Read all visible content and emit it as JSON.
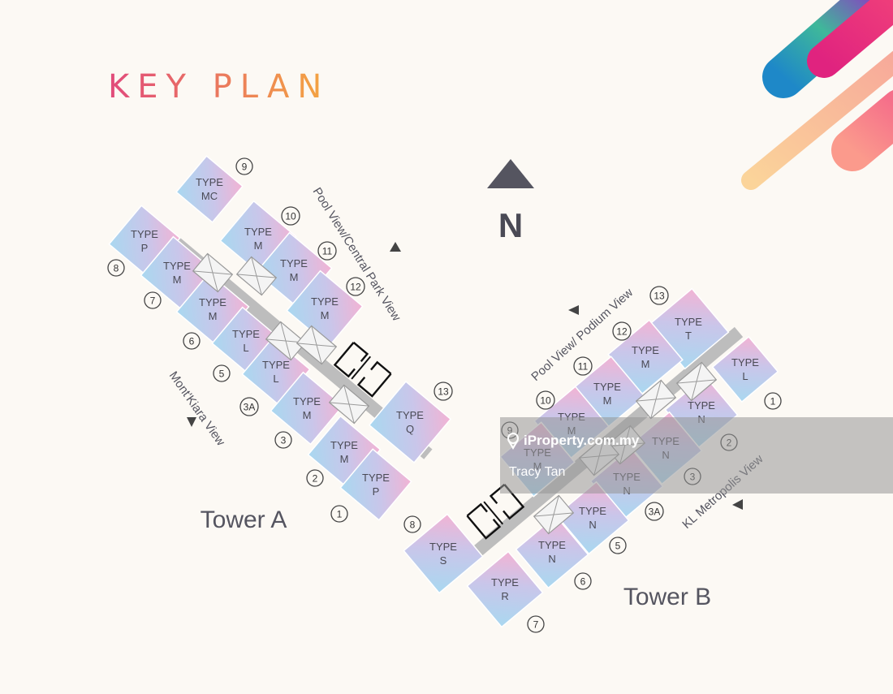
{
  "title": "KEY PLAN",
  "north": "N",
  "colors": {
    "unit_blue": "#a9d8f0",
    "unit_pink": "#f2b3d4",
    "title_start": "#e14b7c",
    "title_end": "#f4a640"
  },
  "tower_a": {
    "name": "Tower A",
    "views": [
      "Pool View/Central Park View",
      "Mont'Kiara View"
    ],
    "units": [
      {
        "type": "TYPE",
        "code": "MC"
      },
      {
        "type": "TYPE",
        "code": "P"
      },
      {
        "type": "TYPE",
        "code": "M"
      },
      {
        "type": "TYPE",
        "code": "M"
      },
      {
        "type": "TYPE",
        "code": "L"
      },
      {
        "type": "TYPE",
        "code": "L"
      },
      {
        "type": "TYPE",
        "code": "M"
      },
      {
        "type": "TYPE",
        "code": "M"
      },
      {
        "type": "TYPE",
        "code": "P"
      },
      {
        "type": "TYPE",
        "code": "M"
      },
      {
        "type": "TYPE",
        "code": "M"
      },
      {
        "type": "TYPE",
        "code": "M"
      },
      {
        "type": "TYPE",
        "code": "Q"
      }
    ],
    "numbers": [
      "9",
      "10",
      "11",
      "12",
      "8",
      "7",
      "6",
      "5",
      "3A",
      "3",
      "2",
      "1",
      "13"
    ]
  },
  "tower_b": {
    "name": "Tower B",
    "views": [
      "Pool View/ Podium View",
      "KL Metropolis View"
    ],
    "units": [
      {
        "type": "TYPE",
        "code": "T"
      },
      {
        "type": "TYPE",
        "code": "M"
      },
      {
        "type": "TYPE",
        "code": "M"
      },
      {
        "type": "TYPE",
        "code": "M"
      },
      {
        "type": "TYPE",
        "code": "M"
      },
      {
        "type": "TYPE",
        "code": "L"
      },
      {
        "type": "TYPE",
        "code": "N"
      },
      {
        "type": "TYPE",
        "code": "N"
      },
      {
        "type": "TYPE",
        "code": "N"
      },
      {
        "type": "TYPE",
        "code": "N"
      },
      {
        "type": "TYPE",
        "code": "N"
      },
      {
        "type": "TYPE",
        "code": "S"
      },
      {
        "type": "TYPE",
        "code": "R"
      }
    ],
    "numbers": [
      "13",
      "12",
      "11",
      "10",
      "9",
      "1",
      "2",
      "3",
      "3A",
      "5",
      "6",
      "8",
      "7"
    ]
  },
  "watermark": {
    "brand": "iProperty.com.my",
    "agent": "Tracy Tan"
  }
}
